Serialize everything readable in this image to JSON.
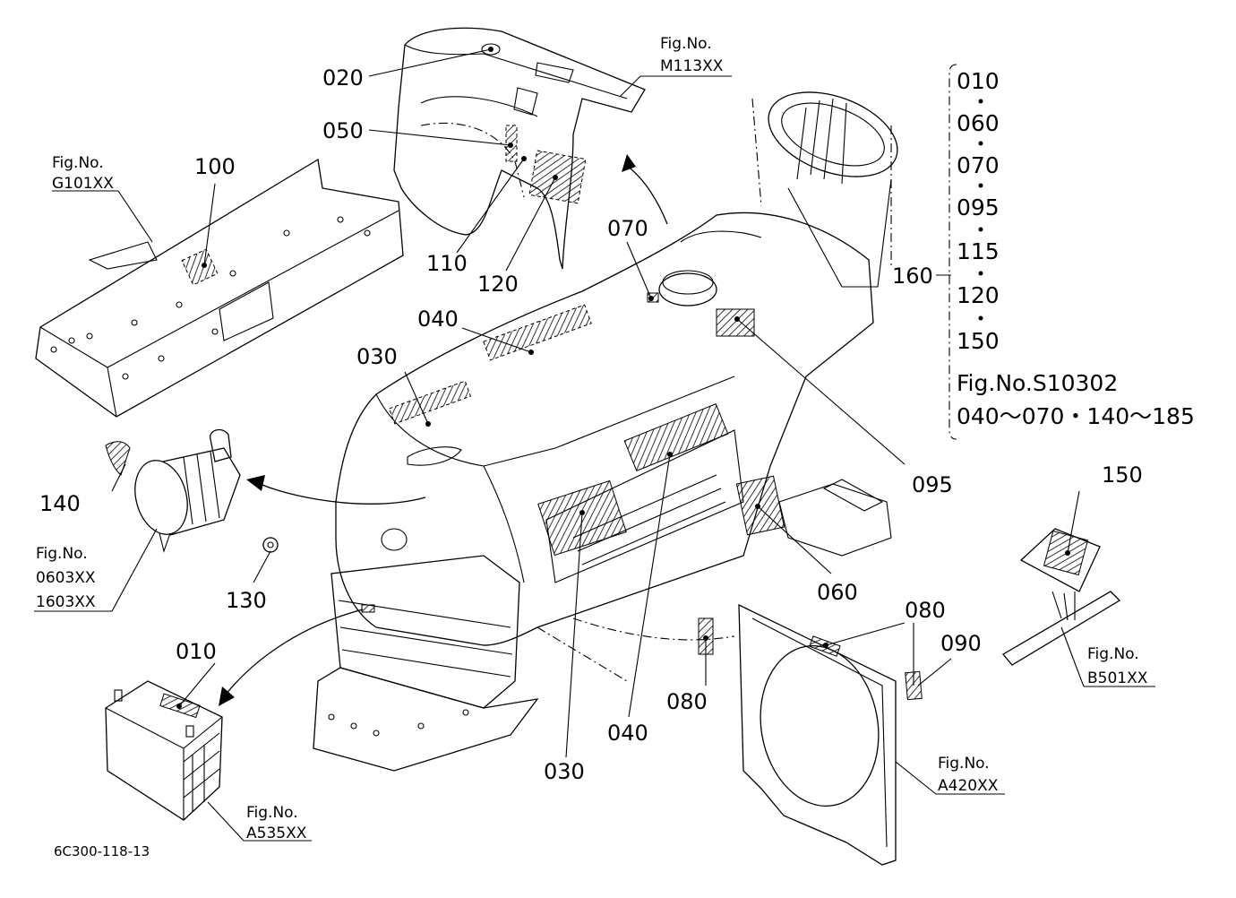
{
  "labels": {
    "p010_battery": "010",
    "p020": "020",
    "p030_left": "030",
    "p030_bottom": "030",
    "p040_top": "040",
    "p040_bottom": "040",
    "p050": "050",
    "p060": "060",
    "p070": "070",
    "p080_top": "080",
    "p080_bottom": "080",
    "p090": "090",
    "p095": "095",
    "p100": "100",
    "p110": "110",
    "p120": "120",
    "p130": "130",
    "p140": "140",
    "p150": "150",
    "p160": "160"
  },
  "figure_refs": {
    "m113": {
      "title": "Fig.No.",
      "code": "M113XX"
    },
    "g101": {
      "title": "Fig.No.",
      "code": "G101XX"
    },
    "f0603": {
      "title": "Fig.No.",
      "code1": "0603XX",
      "code2": "1603XX"
    },
    "a535": {
      "title": "Fig.No.",
      "code": "A535XX"
    },
    "b501": {
      "title": "Fig.No.",
      "code": "B501XX"
    },
    "a420": {
      "title": "Fig.No.",
      "code": "A420XX"
    }
  },
  "kit_list": {
    "items": [
      "010",
      "060",
      "070",
      "095",
      "115",
      "120",
      "150"
    ],
    "ref_line": "Fig.No.S10302",
    "range_line": "040～070・140～185"
  },
  "drawing_id": "6C300-118-13"
}
